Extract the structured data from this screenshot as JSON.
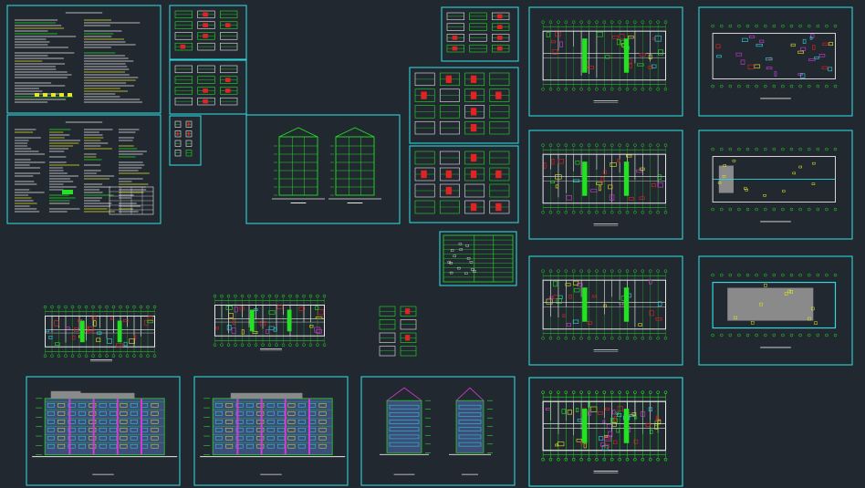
{
  "drawing": {
    "background_color": "#212830",
    "frame_color": "#2fd3d9",
    "line_colors": {
      "green": "#22e222",
      "white": "#e8e8e8",
      "red": "#e02424",
      "yellow": "#e6e62a",
      "cyan": "#31d6e0",
      "magenta": "#d23cd2",
      "blue": "#3a6ee6",
      "gray_fill": "#8a8a8a",
      "slate_fill": "#3c4f7a"
    },
    "sheets": [
      {
        "id": "general-notes-sheet",
        "kind": "notes"
      },
      {
        "id": "door-window-notes-sheet",
        "kind": "notes-table"
      },
      {
        "id": "staircase-detail-sheet-1",
        "kind": "detail"
      },
      {
        "id": "staircase-detail-sheet-2",
        "kind": "detail"
      },
      {
        "id": "node-detail-sheet",
        "kind": "detail"
      },
      {
        "id": "building-section-sheet",
        "kind": "section"
      },
      {
        "id": "wall-detail-sheet-1",
        "kind": "detail"
      },
      {
        "id": "wall-detail-sheet-2",
        "kind": "detail"
      },
      {
        "id": "wall-detail-sheet-3",
        "kind": "detail"
      },
      {
        "id": "door-window-table-sheet",
        "kind": "table"
      },
      {
        "id": "floor-plan-sheet-1",
        "kind": "plan"
      },
      {
        "id": "floor-plan-sheet-2",
        "kind": "plan"
      },
      {
        "id": "floor-plan-sheet-3",
        "kind": "plan"
      },
      {
        "id": "floor-plan-sheet-4",
        "kind": "plan"
      },
      {
        "id": "roof-plan-sheet-1",
        "kind": "roof"
      },
      {
        "id": "roof-plan-sheet-2",
        "kind": "roof"
      },
      {
        "id": "roof-plan-sheet-3",
        "kind": "roof"
      },
      {
        "id": "unframed-floor-plan-1",
        "kind": "plan"
      },
      {
        "id": "unframed-floor-plan-2",
        "kind": "plan"
      },
      {
        "id": "unframed-partial-plan",
        "kind": "partial-plan"
      },
      {
        "id": "front-elevation-sheet",
        "kind": "elevation"
      },
      {
        "id": "rear-elevation-sheet",
        "kind": "elevation"
      },
      {
        "id": "side-elevation-sheet",
        "kind": "side-elevation"
      },
      {
        "id": "floor-plan-sheet-5",
        "kind": "plan"
      }
    ]
  }
}
